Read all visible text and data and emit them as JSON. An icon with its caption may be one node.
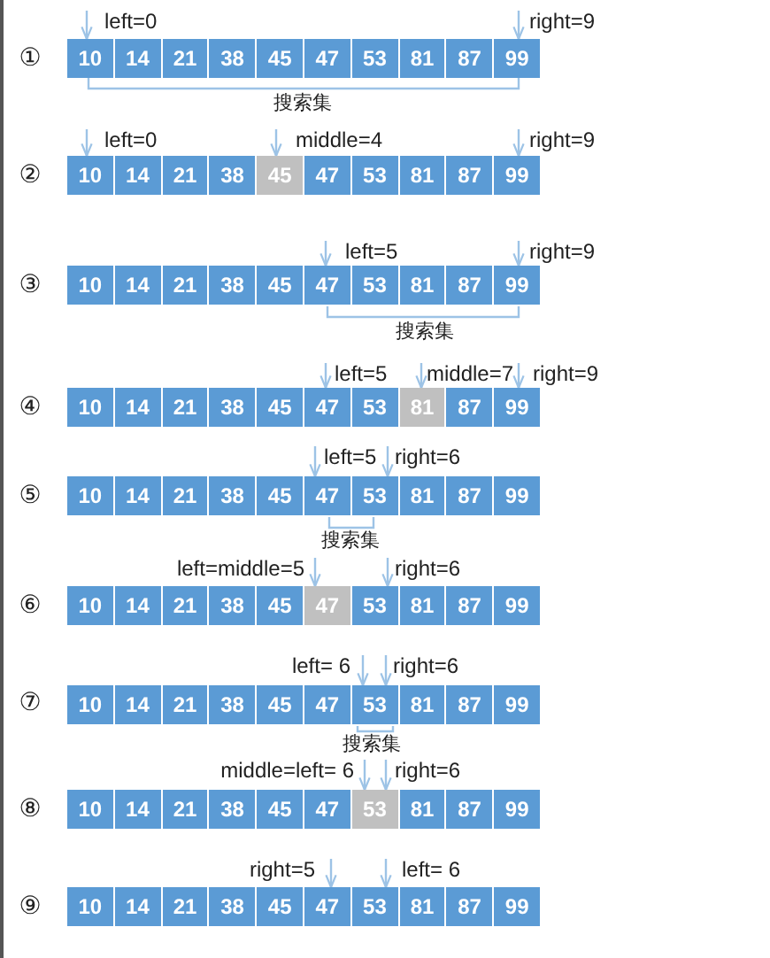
{
  "diagram": {
    "nodes": [
      {
        "text": [
          "left=0"
        ]
      },
      {
        "text": [
          "right=9"
        ]
      },
      {
        "text": [
          "10"
        ]
      },
      {
        "text": [
          "14"
        ]
      },
      {
        "text": [
          "21"
        ]
      },
      {
        "text": [
          "38"
        ]
      },
      {
        "text": [
          "45"
        ]
      },
      {
        "text": [
          "47"
        ]
      },
      {
        "text": [
          "53"
        ]
      },
      {
        "text": [
          "81"
        ]
      },
      {
        "text": [
          "87"
        ]
      },
      {
        "text": [
          "99"
        ]
      },
      {
        "text": [
          "left=0"
        ]
      },
      {
        "text": [
          "middle=4"
        ]
      },
      {
        "text": [
          "right=9"
        ]
      },
      {
        "text": [
          "10"
        ]
      },
      {
        "text": [
          "14"
        ]
      },
      {
        "text": [
          "21"
        ]
      },
      {
        "text": [
          "38"
        ]
      },
      {
        "text": [
          "45"
        ]
      },
      {
        "text": [
          "47"
        ]
      },
      {
        "text": [
          "53"
        ]
      },
      {
        "text": [
          "81"
        ]
      },
      {
        "text": [
          "87"
        ]
      },
      {
        "text": [
          "99"
        ]
      },
      {
        "text": [
          "left=5"
        ]
      },
      {
        "text": [
          "right=9"
        ]
      },
      {
        "text": [
          "10"
        ]
      },
      {
        "text": [
          "14"
        ]
      },
      {
        "text": [
          "21"
        ]
      },
      {
        "text": [
          "38"
        ]
      },
      {
        "text": [
          "45"
        ]
      },
      {
        "text": [
          "47"
        ]
      },
      {
        "text": [
          "53"
        ]
      },
      {
        "text": [
          "81"
        ]
      },
      {
        "text": [
          "87"
        ]
      },
      {
        "text": [
          "99"
        ]
      },
      {
        "text": [
          "left=5"
        ]
      },
      {
        "text": [
          "middle=7"
        ]
      },
      {
        "text": [
          "right=9"
        ]
      },
      {
        "text": [
          "10"
        ]
      },
      {
        "text": [
          "14"
        ]
      },
      {
        "text": [
          "21"
        ]
      },
      {
        "text": [
          "38"
        ]
      },
      {
        "text": [
          "45"
        ]
      },
      {
        "text": [
          "47"
        ]
      },
      {
        "text": [
          "53"
        ]
      },
      {
        "text": [
          "81"
        ]
      },
      {
        "text": [
          "87"
        ]
      },
      {
        "text": [
          "99"
        ]
      },
      {
        "text": [
          "left=5"
        ]
      },
      {
        "text": [
          "right=6"
        ]
      },
      {
        "text": [
          "10"
        ]
      },
      {
        "text": [
          "14"
        ]
      },
      {
        "text": [
          "21"
        ]
      },
      {
        "text": [
          "38"
        ]
      },
      {
        "text": [
          "45"
        ]
      },
      {
        "text": [
          "47"
        ]
      },
      {
        "text": [
          "53"
        ]
      },
      {
        "text": [
          "81"
        ]
      },
      {
        "text": [
          "87"
        ]
      },
      {
        "text": [
          "99"
        ]
      },
      {
        "text": [
          "left=middle=5"
        ]
      },
      {
        "text": [
          "right=6"
        ]
      },
      {
        "text": [
          "10"
        ]
      },
      {
        "text": [
          "14"
        ]
      },
      {
        "text": [
          "21"
        ]
      },
      {
        "text": [
          "38"
        ]
      },
      {
        "text": [
          "45"
        ]
      },
      {
        "text": [
          "47"
        ]
      },
      {
        "text": [
          "53"
        ]
      },
      {
        "text": [
          "81"
        ]
      },
      {
        "text": [
          "87"
        ]
      },
      {
        "text": [
          "99"
        ]
      },
      {
        "text": [
          "left= 6"
        ]
      },
      {
        "text": [
          "right=6"
        ]
      },
      {
        "text": [
          "10"
        ]
      },
      {
        "text": [
          "14"
        ]
      },
      {
        "text": [
          "21"
        ]
      },
      {
        "text": [
          "38"
        ]
      },
      {
        "text": [
          "45"
        ]
      },
      {
        "text": [
          "47"
        ]
      },
      {
        "text": [
          "53"
        ]
      },
      {
        "text": [
          "81"
        ]
      },
      {
        "text": [
          "87"
        ]
      },
      {
        "text": [
          "99"
        ]
      },
      {
        "text": [
          "middle=left= 6"
        ]
      },
      {
        "text": [
          "right=6"
        ]
      },
      {
        "text": [
          "10"
        ]
      },
      {
        "text": [
          "14"
        ]
      },
      {
        "text": [
          "21"
        ]
      },
      {
        "text": [
          "38"
        ]
      },
      {
        "text": [
          "45"
        ]
      },
      {
        "text": [
          "47"
        ]
      },
      {
        "text": [
          "53"
        ]
      },
      {
        "text": [
          "81"
        ]
      },
      {
        "text": [
          "87"
        ]
      },
      {
        "text": [
          "99"
        ]
      },
      {
        "text": [
          "right=5"
        ]
      },
      {
        "text": [
          "left= 6"
        ]
      },
      {
        "text": [
          "10"
        ]
      },
      {
        "text": [
          "14"
        ]
      },
      {
        "text": [
          "21"
        ]
      },
      {
        "text": [
          "38"
        ]
      },
      {
        "text": [
          "45"
        ]
      },
      {
        "text": [
          "47"
        ]
      },
      {
        "text": [
          "53"
        ]
      },
      {
        "text": [
          "81"
        ]
      },
      {
        "text": [
          "87"
        ]
      },
      {
        "text": [
          "99"
        ]
      }
    ],
    "edges": [
      {
        "from": 0,
        "to": 2,
        "arrow": "to"
      },
      {
        "from": 1,
        "to": 11,
        "arrow": "to"
      },
      {
        "from": 12,
        "to": 15,
        "arrow": "to"
      },
      {
        "from": 13,
        "to": 19,
        "arrow": "to"
      },
      {
        "from": 14,
        "to": 24,
        "arrow": "to"
      },
      {
        "from": 25,
        "to": 32,
        "arrow": "to"
      },
      {
        "from": 26,
        "to": 36,
        "arrow": "to"
      },
      {
        "from": 37,
        "to": 45,
        "arrow": "to"
      },
      {
        "from": 38,
        "to": 47,
        "arrow": "to"
      },
      {
        "from": 39,
        "to": 49,
        "arrow": "to"
      },
      {
        "from": 50,
        "to": 57,
        "arrow": "to"
      },
      {
        "from": 51,
        "to": 58,
        "arrow": "to"
      },
      {
        "from": 62,
        "to": 69,
        "arrow": "to"
      },
      {
        "from": 63,
        "to": 70,
        "arrow": "to"
      },
      {
        "from": 74,
        "to": 82,
        "arrow": "to"
      },
      {
        "from": 75,
        "to": 82,
        "arrow": "to"
      },
      {
        "from": 86,
        "to": 94,
        "arrow": "to"
      },
      {
        "from": 87,
        "to": 94,
        "arrow": "to"
      },
      {
        "from": 98,
        "to": 105,
        "arrow": "to"
      },
      {
        "from": 99,
        "to": 106,
        "arrow": "to"
      }
    ],
    "labels": [
      "①",
      "搜索集",
      "②",
      "③",
      "搜索集",
      "④",
      "⑤",
      "搜索集",
      "⑥",
      "⑦",
      "搜索集",
      "⑧",
      "⑨"
    ]
  }
}
